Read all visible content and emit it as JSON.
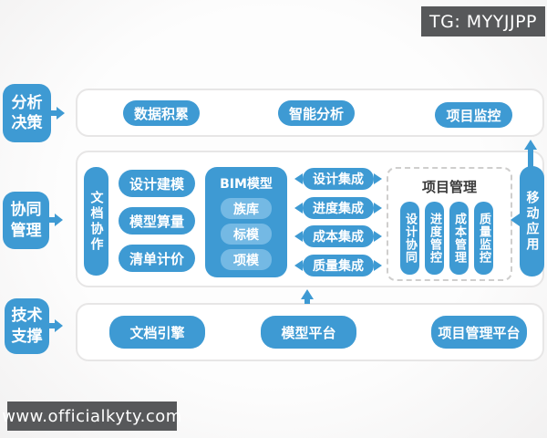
{
  "header": {
    "tg_badge": "TG: MYYJJPP"
  },
  "footer": {
    "watermark": "www.officialkyty.com"
  },
  "colors": {
    "primary_blue": "#3E9AD3",
    "light_blue": "#74B9E4",
    "badge_gray": "#57585A"
  },
  "row_labels": {
    "analysis": "分析\n决策",
    "collaboration": "协同\n管理",
    "technology": "技术\n支撑"
  },
  "analysis_row": {
    "pills": [
      "数据积累",
      "智能分析",
      "项目监控"
    ]
  },
  "collaboration_row": {
    "doc_collab": "文档协作",
    "modeling_pills": [
      "设计建模",
      "模型算量",
      "清单计价"
    ],
    "bim": {
      "title": "BIM模型",
      "pills": [
        "族库",
        "标模",
        "项模"
      ]
    },
    "integration_pills": [
      "设计集成",
      "进度集成",
      "成本集成",
      "质量集成"
    ],
    "project_mgmt": {
      "title": "项目管理",
      "pills": [
        "设计协同",
        "进度管控",
        "成本管理",
        "质量监控"
      ]
    },
    "mobile": "移动应用"
  },
  "technology_row": {
    "pills": [
      "文档引擎",
      "模型平台",
      "项目管理平台"
    ]
  }
}
